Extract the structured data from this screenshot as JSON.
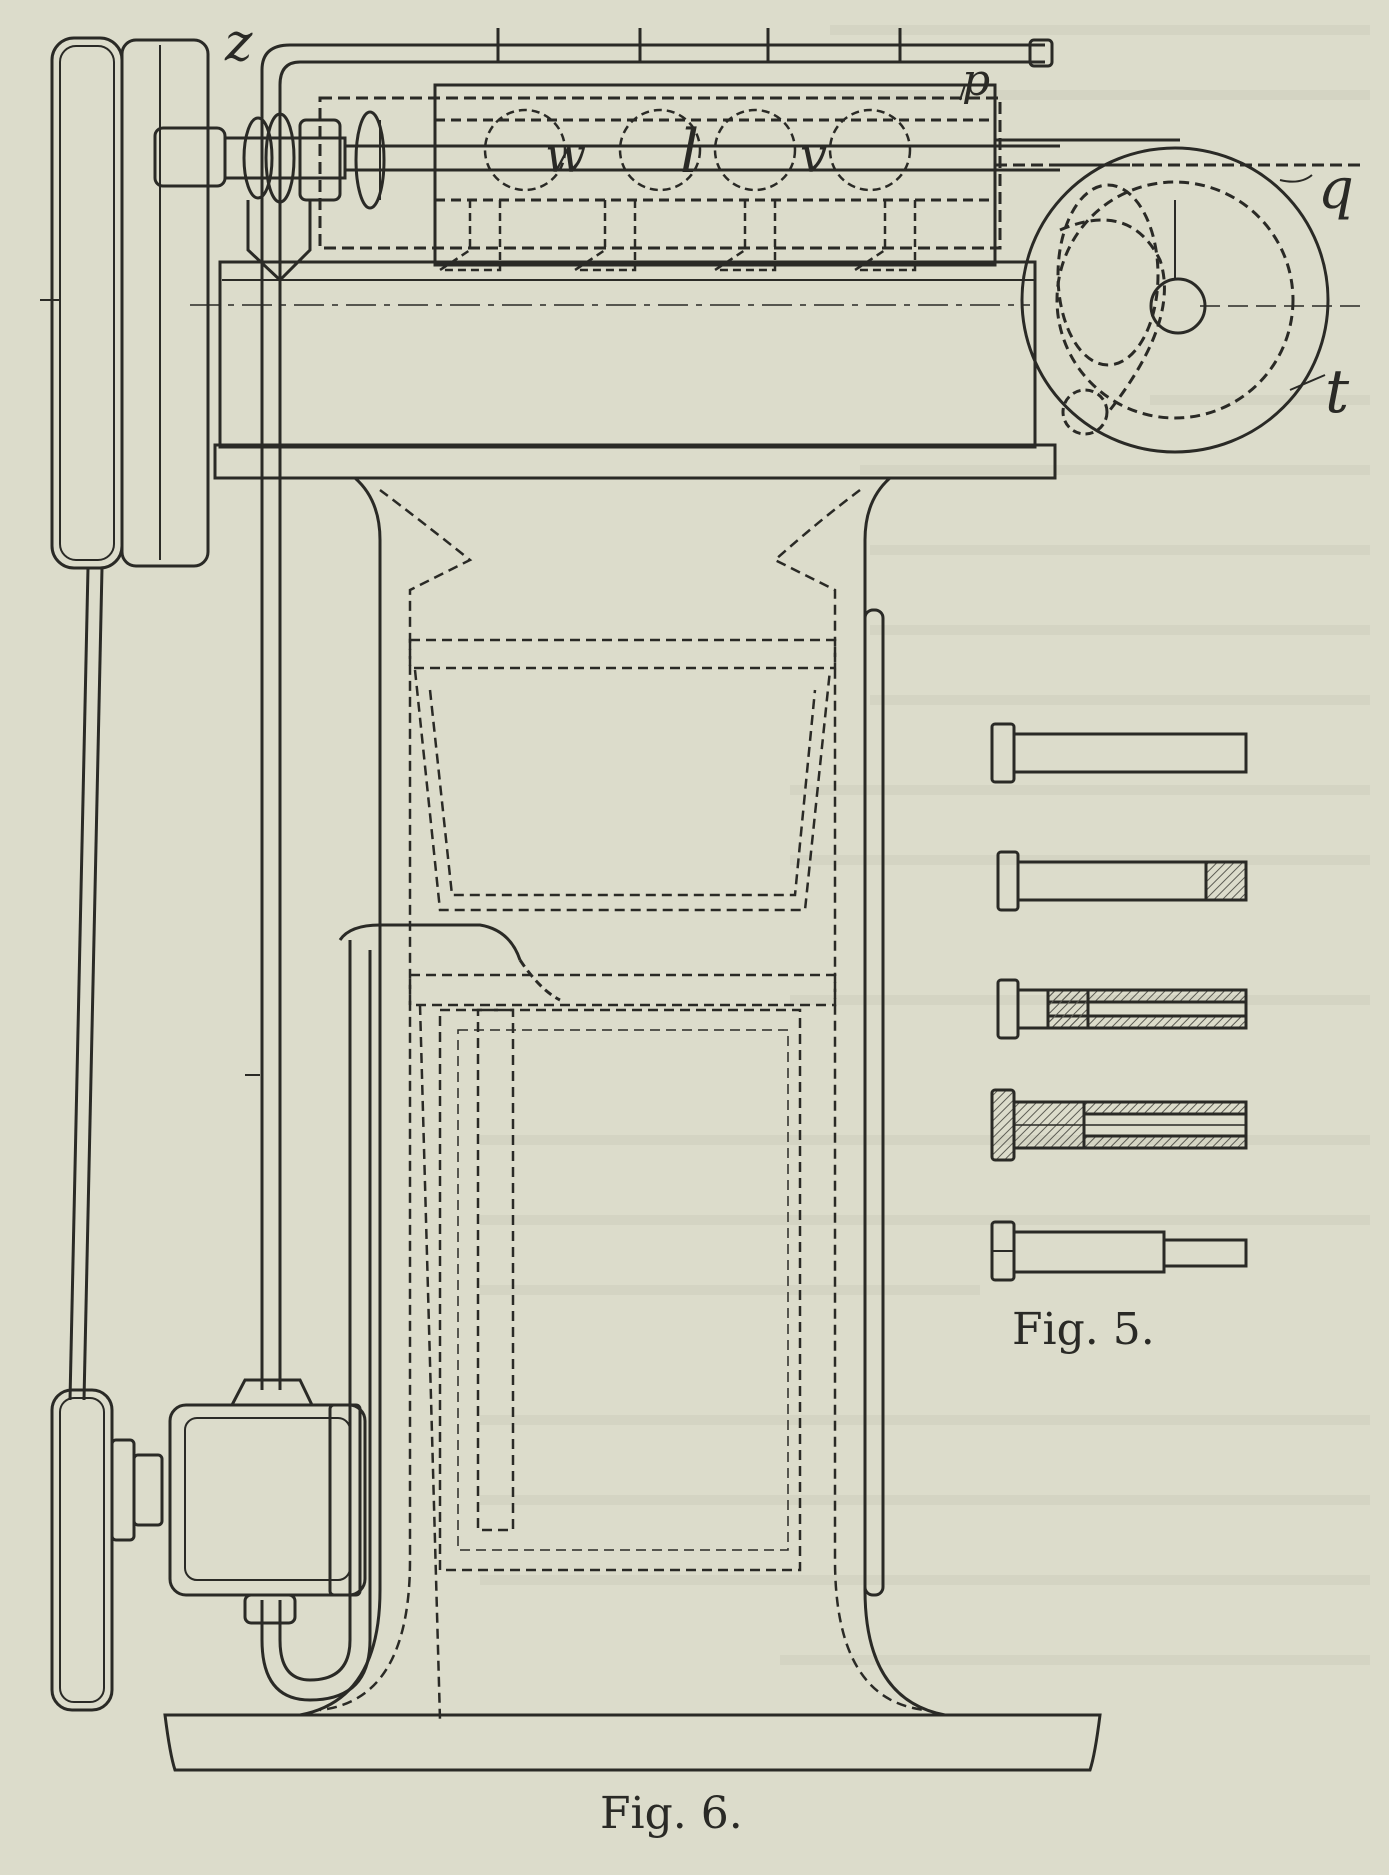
{
  "figures": {
    "fig5": {
      "caption": "Fig. 5."
    },
    "fig6": {
      "caption": "Fig. 6."
    }
  },
  "labels": {
    "z": "z",
    "q": "q",
    "t": "t",
    "w": "w",
    "l": "l",
    "v": "v",
    "p": "p"
  },
  "colors": {
    "paper": "#dcdccb",
    "ink": "#2a2a26",
    "ghost_text": "#c9c9b7",
    "hatch": "#5a5a52"
  }
}
